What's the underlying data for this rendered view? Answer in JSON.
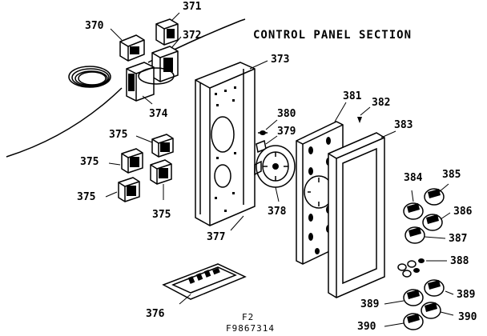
{
  "title": "CONTROL PANEL SECTION",
  "part_labels": {
    "p370": "370",
    "p371": "371",
    "p372": "372",
    "p373": "373",
    "p374": "374",
    "p375a": "375",
    "p375b": "375",
    "p375c": "375",
    "p375d": "375",
    "p376": "376",
    "p377": "377",
    "p378": "378",
    "p379": "379",
    "p380": "380",
    "p381": "381",
    "p382": "382",
    "p383": "383",
    "p384": "384",
    "p385": "385",
    "p386": "386",
    "p387": "387",
    "p388": "388",
    "p389a": "389",
    "p389b": "389",
    "p390a": "390",
    "p390b": "390"
  },
  "footer": {
    "code": "F2",
    "drawing_number": "F9867314"
  }
}
